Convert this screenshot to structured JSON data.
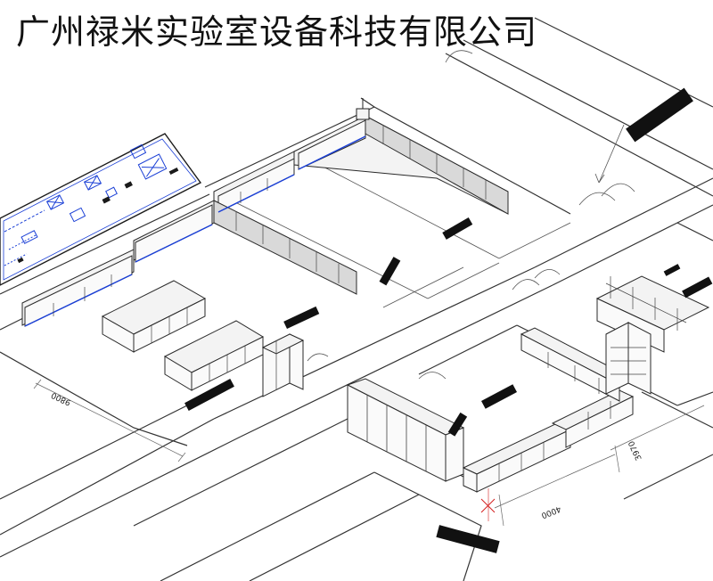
{
  "title": "广州禄米实验室设备科技有限公司",
  "labels": {
    "dimension_9800": "9800",
    "dimension_4000": "4000",
    "dimension_3970": "3970"
  }
}
